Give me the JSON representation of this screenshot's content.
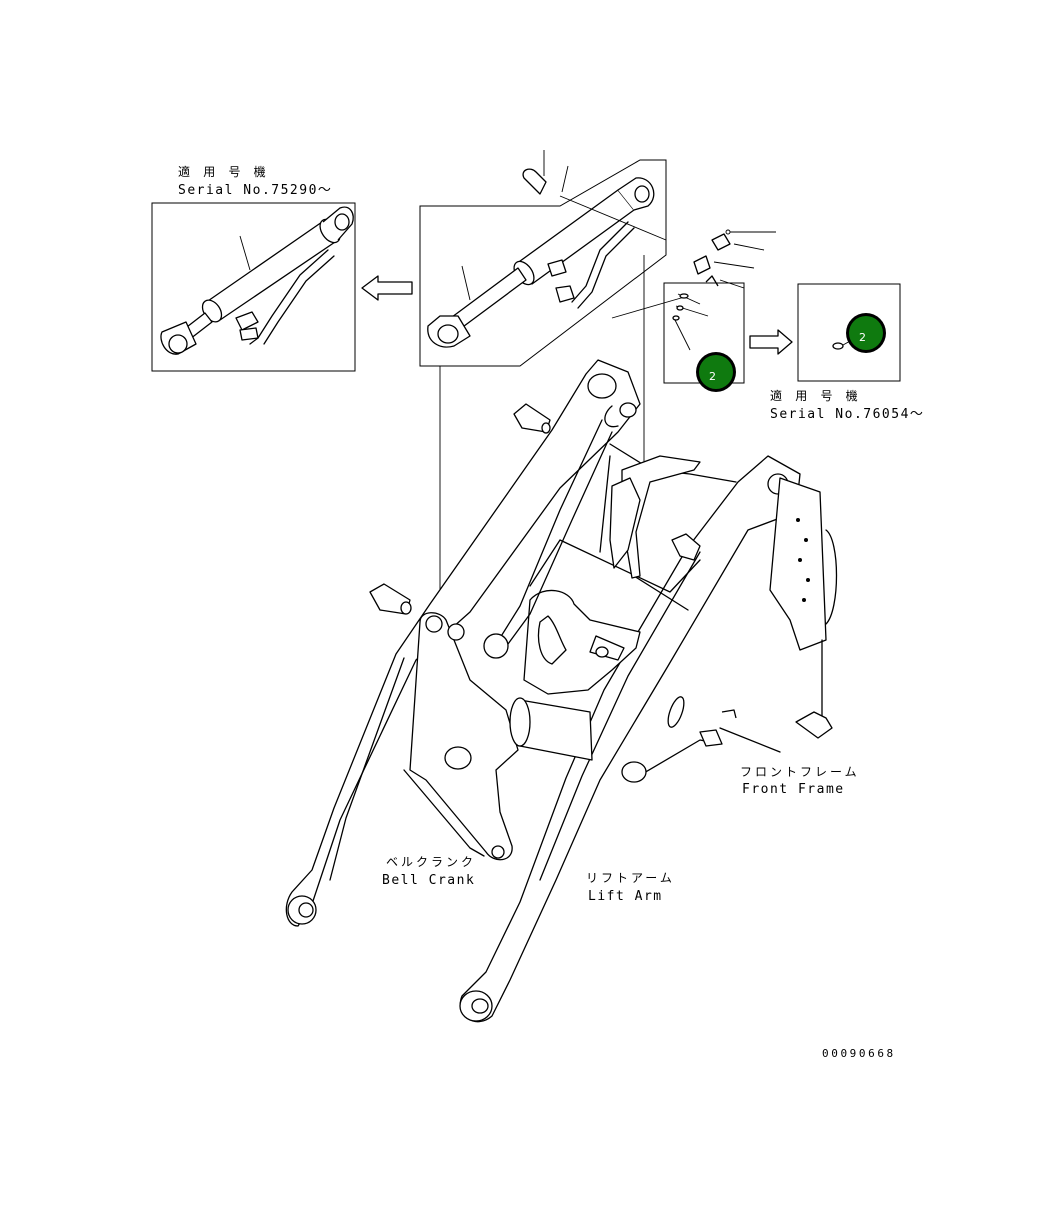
{
  "labels": {
    "left_serial_jp": "適 用 号 機",
    "left_serial": "Serial No.75290～",
    "right_serial_jp": "適 用 号 機",
    "right_serial": "Serial No.76054～",
    "front_frame_jp": "フロントフレーム",
    "front_frame": "Front Frame",
    "bell_crank_jp": "ベルクランク",
    "bell_crank": "Bell Crank",
    "lift_arm_jp": "リフトアーム",
    "lift_arm": "Lift Arm",
    "drawing_code": "00090668"
  },
  "callouts": [
    {
      "id": "callout-main",
      "number": "2"
    },
    {
      "id": "callout-detail",
      "number": "2"
    }
  ],
  "colors": {
    "line": "#000000",
    "callout_fill": "#0f7a0f",
    "callout_ring": "#000000",
    "background": "#ffffff"
  }
}
